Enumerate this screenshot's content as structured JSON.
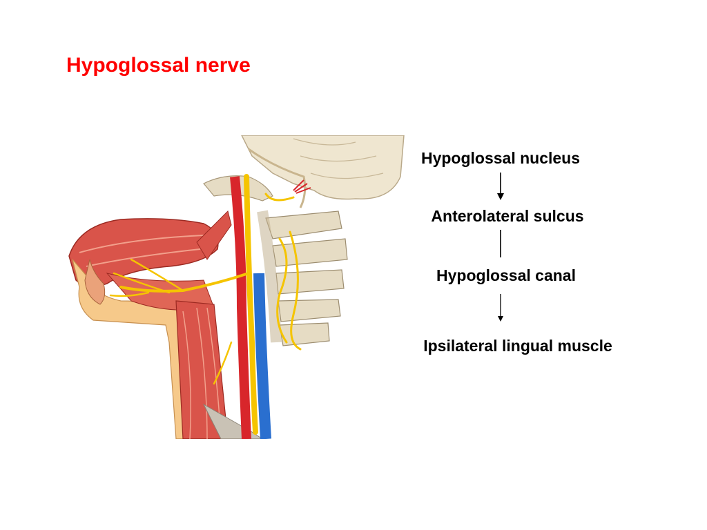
{
  "title": "Hypoglossal nerve",
  "flow": {
    "steps": [
      "Hypoglossal nucleus",
      "Anterolateral sulcus",
      "Hypoglossal canal",
      "Ipsilateral lingual muscle"
    ]
  },
  "illustration": {
    "subject": "anatomical drawing of the head and neck showing the path of the hypoglossal nerve to the tongue",
    "colors": {
      "muscle": "#d9544a",
      "muscle_light": "#f2a08c",
      "nerve": "#f5c400",
      "artery": "#d8262b",
      "vein": "#2a6fcf",
      "bone": "#e6dcc4",
      "brain": "#efe6d0",
      "skin": "#f6c98a"
    }
  }
}
